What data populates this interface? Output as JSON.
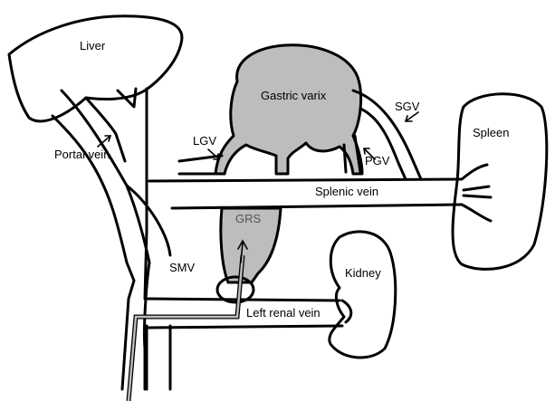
{
  "labels": {
    "liver": "Liver",
    "gastric_varix": "Gastric varix",
    "sgv": "SGV",
    "spleen": "Spleen",
    "lgv": "LGV",
    "pgv": "PGV",
    "portal_vein": "Portal vein",
    "splenic_vein": "Splenic vein",
    "grs": "GRS",
    "smv": "SMV",
    "kidney": "Kidney",
    "left_renal_vein": "Left renal vein"
  }
}
